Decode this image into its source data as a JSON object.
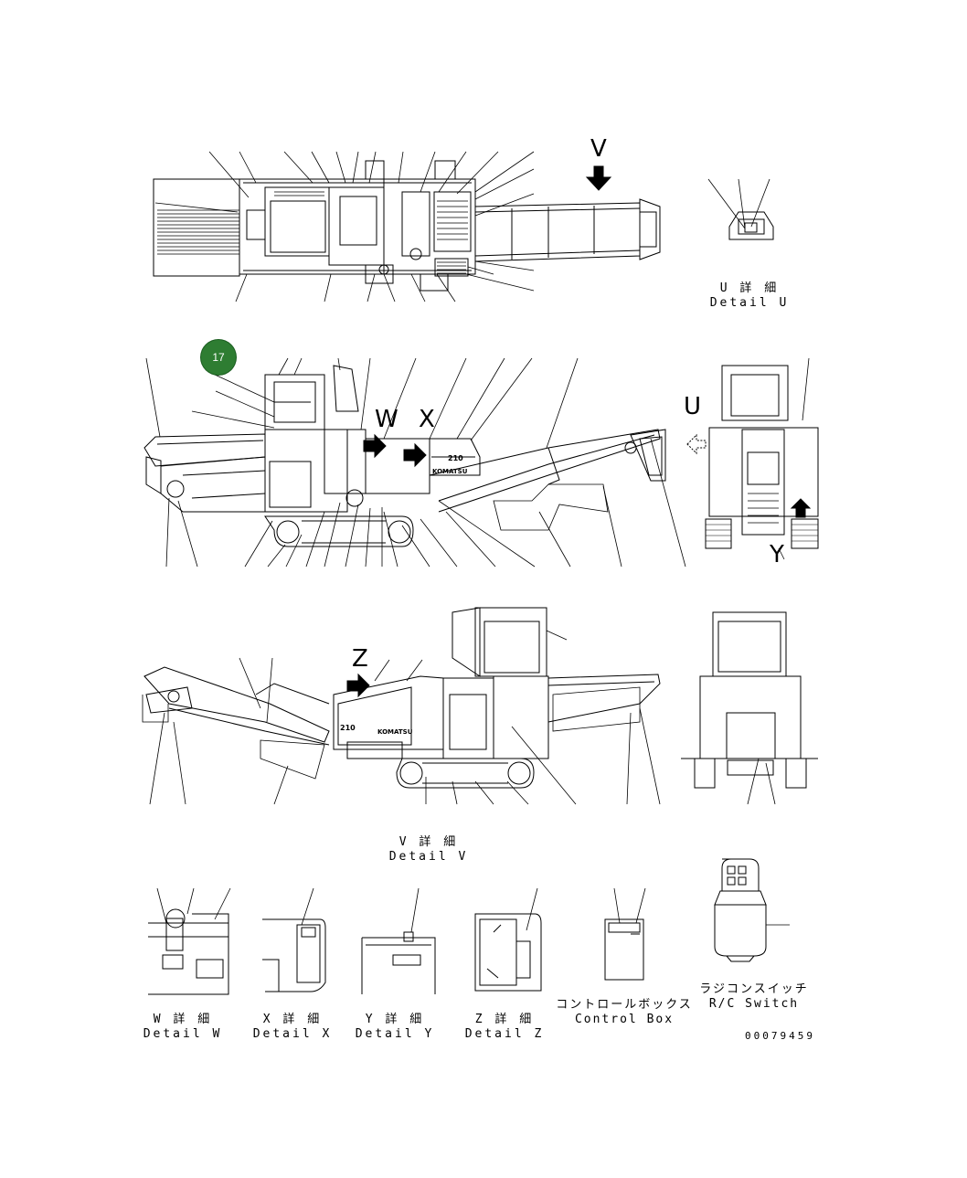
{
  "callout": {
    "number": "17",
    "color": "#2e7d32"
  },
  "view_letters": {
    "v": "V",
    "u": "U",
    "w": "W",
    "x": "X",
    "y": "Y",
    "z": "Z"
  },
  "details": {
    "u": {
      "jp": "U 詳 細",
      "en": "Detail U"
    },
    "v": {
      "jp": "V 詳 細",
      "en": "Detail V"
    },
    "w": {
      "jp": "W 詳 細",
      "en": "Detail W"
    },
    "x": {
      "jp": "X 詳 細",
      "en": "Detail X"
    },
    "y": {
      "jp": "Y 詳 細",
      "en": "Detail Y"
    },
    "z": {
      "jp": "Z 詳 細",
      "en": "Detail Z"
    },
    "control_box": {
      "jp": "コントロールボックス",
      "en": "Control Box"
    },
    "rc_switch": {
      "jp": "ラジコンスイッチ",
      "en": "R/C Switch"
    }
  },
  "machine_labels": {
    "brand": "KOMATSU",
    "model": "210"
  },
  "document_number": "00079459"
}
